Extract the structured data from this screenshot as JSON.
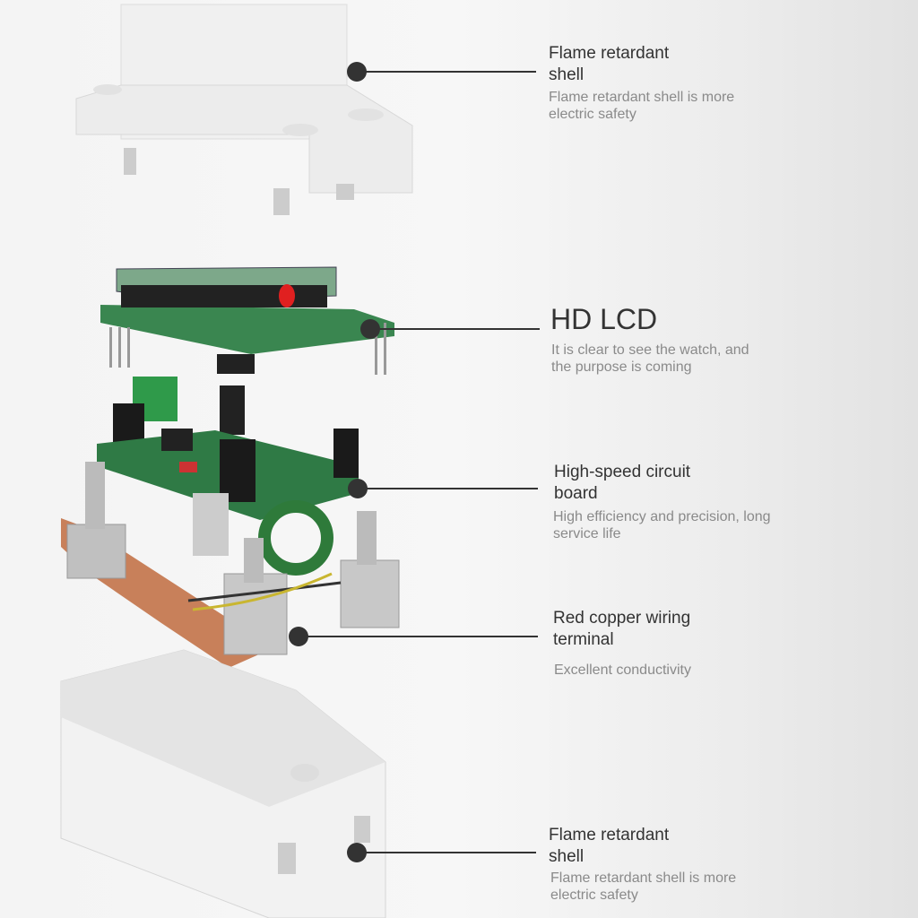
{
  "callouts": [
    {
      "title": "Flame retardant shell",
      "title_line1": "Flame retardant",
      "title_line2": "shell",
      "desc_line1": "Flame retardant shell is more",
      "desc_line2": "electric safety"
    },
    {
      "title_line1": "HD LCD",
      "desc_line1": "It is clear to see the watch, and",
      "desc_line2": "the purpose is coming"
    },
    {
      "title_line1": "High-speed circuit",
      "title_line2": "board",
      "desc_line1": "High efficiency and precision, long",
      "desc_line2": "service life"
    },
    {
      "title_line1": "Red copper wiring",
      "title_line2": "terminal",
      "desc_line1": "Excellent conductivity"
    },
    {
      "title_line1": "Flame retardant",
      "title_line2": "shell",
      "desc_line1": "Flame retardant shell is more",
      "desc_line2": "electric safety"
    }
  ],
  "colors": {
    "pcb": "#2f7a45",
    "copper": "#c8805a",
    "shell": "#f2f2f2",
    "text": "#333333",
    "desc": "#8a8a8a"
  }
}
